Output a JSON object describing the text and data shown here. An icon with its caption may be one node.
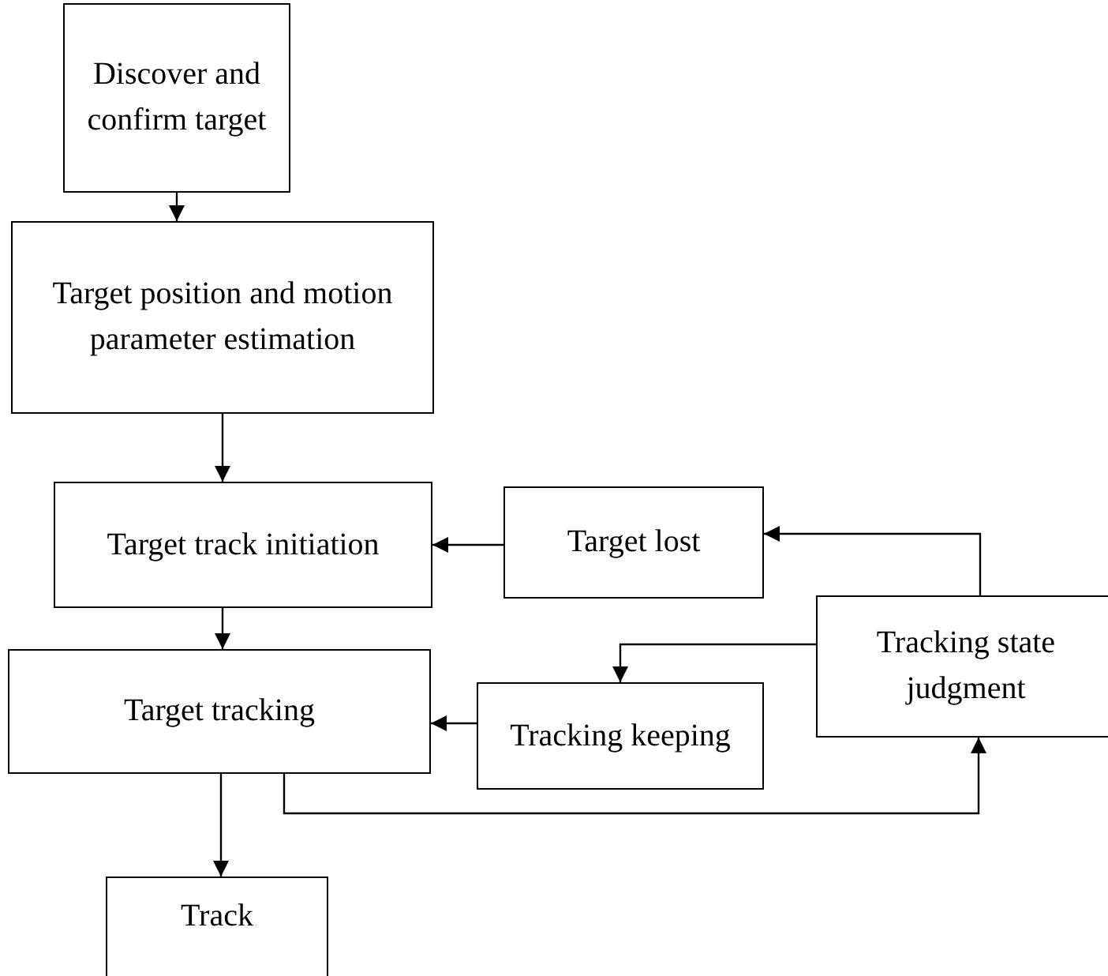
{
  "diagram": {
    "nodes": [
      {
        "text": [
          "Discover and confirm target"
        ]
      },
      {
        "text": [
          "Target position and motion parameter estimation"
        ]
      },
      {
        "text": [
          "Target track initiation"
        ]
      },
      {
        "text": [
          "Target lost"
        ]
      },
      {
        "text": [
          "Tracking state judgment"
        ]
      },
      {
        "text": [
          "Target tracking"
        ]
      },
      {
        "text": [
          "Tracking keeping"
        ]
      },
      {
        "text": [
          "Track"
        ]
      }
    ],
    "edges": [
      {
        "from": 0,
        "to": 1,
        "arrow": "to"
      },
      {
        "from": 1,
        "to": 2,
        "arrow": "to"
      },
      {
        "from": 3,
        "to": 2,
        "arrow": "to"
      },
      {
        "from": 4,
        "to": 3,
        "arrow": "to"
      },
      {
        "from": 4,
        "to": 6,
        "arrow": "to"
      },
      {
        "from": 2,
        "to": 5,
        "arrow": "to"
      },
      {
        "from": 6,
        "to": 5,
        "arrow": "to"
      },
      {
        "from": 5,
        "to": 4,
        "arrow": "to"
      },
      {
        "from": 5,
        "to": 7,
        "arrow": "to"
      }
    ]
  }
}
